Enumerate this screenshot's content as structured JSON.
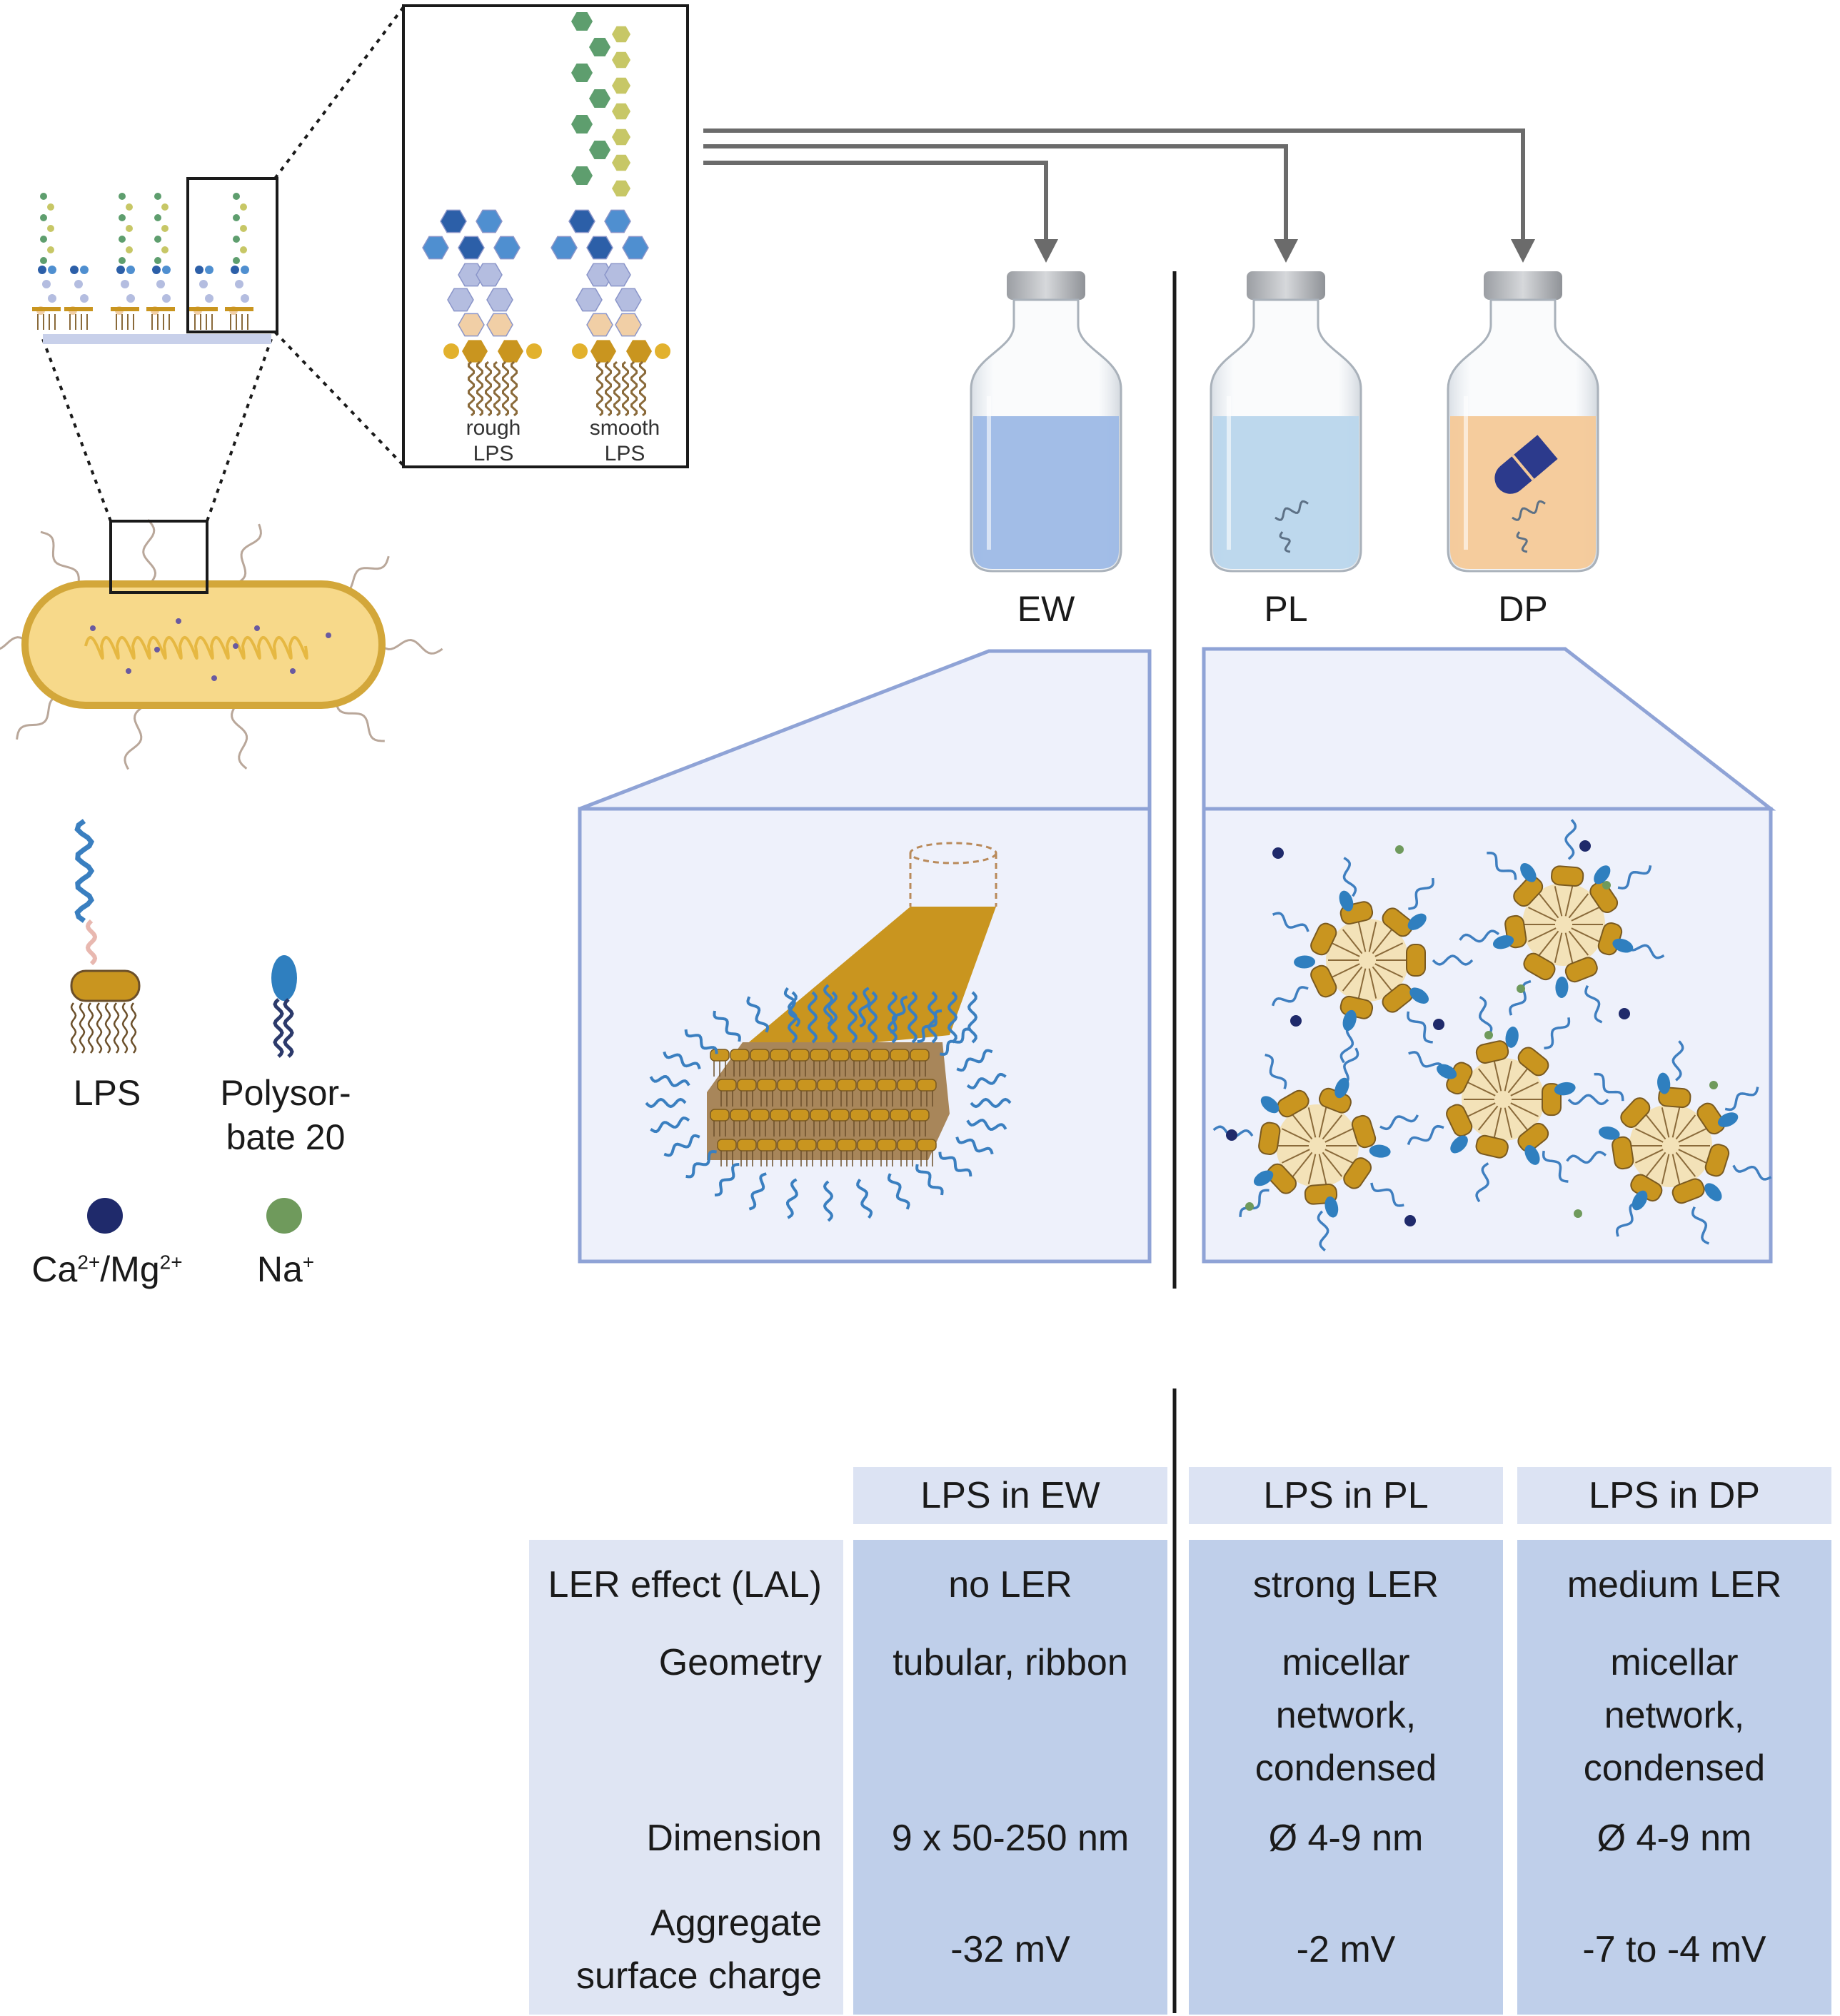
{
  "lps_types": {
    "rough_line1": "rough",
    "rough_line2": "LPS",
    "smooth_line1": "smooth",
    "smooth_line2": "LPS"
  },
  "vials": [
    {
      "label": "EW",
      "liquid_color": "#9db9e6"
    },
    {
      "label": "PL",
      "liquid_color": "#b9d6ec"
    },
    {
      "label": "DP",
      "liquid_color": "#f4c998"
    }
  ],
  "legend": {
    "lps": "LPS",
    "polysorbate_line1": "Polysor-",
    "polysorbate_line2": "bate 20",
    "ca_mg": {
      "ca": "Ca",
      "ca_sup": "2+",
      "sep": "/Mg",
      "mg_sup": "2+"
    },
    "na": {
      "na": "Na",
      "na_sup": "+"
    }
  },
  "table": {
    "headers": [
      "LPS in EW",
      "LPS in PL",
      "LPS in DP"
    ],
    "rows": [
      {
        "label": [
          "LER effect (LAL)"
        ],
        "values": [
          [
            "no LER"
          ],
          [
            "strong LER"
          ],
          [
            "medium LER"
          ]
        ]
      },
      {
        "label": [
          "Geometry"
        ],
        "values": [
          [
            "tubular, ribbon"
          ],
          [
            "micellar",
            "network,",
            "condensed"
          ],
          [
            "micellar",
            "network,",
            "condensed"
          ]
        ]
      },
      {
        "label": [
          "Dimension"
        ],
        "values": [
          [
            "9 x 50-250 nm"
          ],
          [
            "Ø 4-9 nm"
          ],
          [
            "Ø 4-9 nm"
          ]
        ]
      },
      {
        "label": [
          "Aggregate",
          "surface charge"
        ],
        "values": [
          [
            "-32 mV"
          ],
          [
            "-2 mV"
          ],
          [
            "-7 to -4 mV"
          ]
        ]
      }
    ]
  },
  "colors": {
    "lps_gold": "#c9951f",
    "lipid_brown": "#8a6a3a",
    "polysorbate_blue": "#3a7fc0",
    "ca_mg_ion": "#1f2a6b",
    "na_ion": "#6f9a5c",
    "panel_fill": "#eef1fb",
    "panel_stroke": "#8fa3d6",
    "bacterium_fill": "#f7d98a",
    "bacterium_stroke": "#d3a73a"
  }
}
